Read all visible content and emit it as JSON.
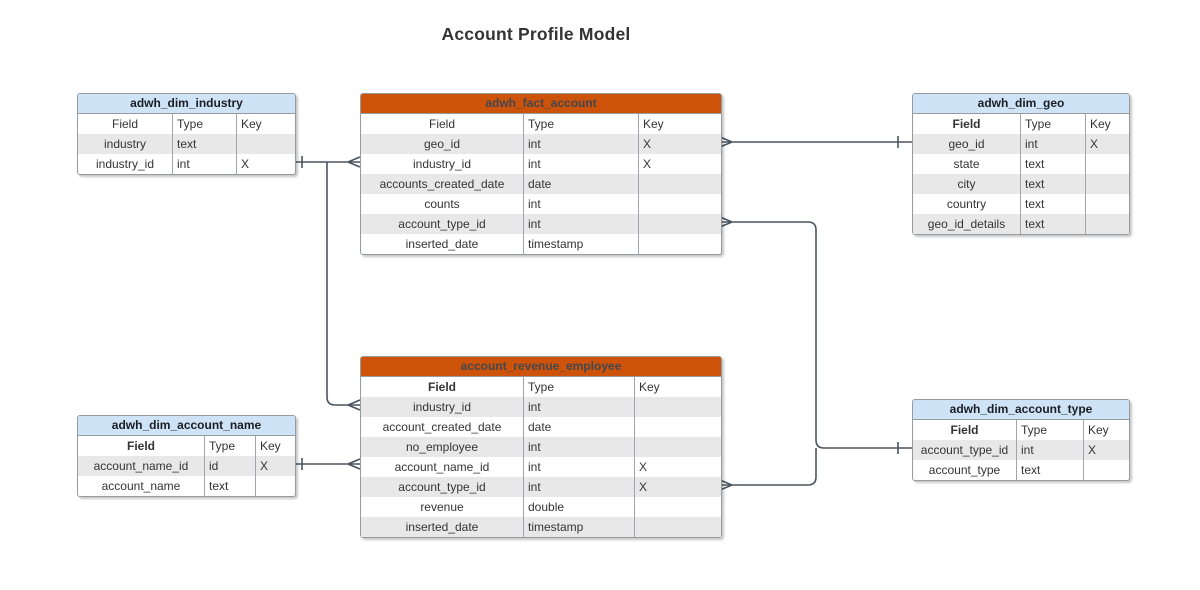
{
  "title": "Account Profile Model",
  "colors": {
    "blue_header": "#cfe3f7",
    "orange_header": "#cd520a",
    "row_stripe": "#e8e8e8",
    "table_border": "#969ba0",
    "connector": "#4a545e"
  },
  "tables": {
    "industry": {
      "name": "adwh_dim_industry",
      "variant": "blue",
      "columns": [
        "Field",
        "Type",
        "Key"
      ],
      "rows": [
        {
          "field": "industry",
          "type": "text",
          "key": ""
        },
        {
          "field": "industry_id",
          "type": "int",
          "key": "X"
        }
      ]
    },
    "fact": {
      "name": "adwh_fact_account",
      "variant": "orange",
      "columns": [
        "Field",
        "Type",
        "Key"
      ],
      "rows": [
        {
          "field": "geo_id",
          "type": "int",
          "key": "X"
        },
        {
          "field": "industry_id",
          "type": "int",
          "key": "X"
        },
        {
          "field": "accounts_created_date",
          "type": "date",
          "key": ""
        },
        {
          "field": "counts",
          "type": "int",
          "key": ""
        },
        {
          "field": "account_type_id",
          "type": "int",
          "key": ""
        },
        {
          "field": "inserted_date",
          "type": "timestamp",
          "key": ""
        }
      ]
    },
    "geo": {
      "name": "adwh_dim_geo",
      "variant": "blue",
      "columns": [
        "Field",
        "Type",
        "Key"
      ],
      "rows": [
        {
          "field": "geo_id",
          "type": "int",
          "key": "X"
        },
        {
          "field": "state",
          "type": "text",
          "key": ""
        },
        {
          "field": "city",
          "type": "text",
          "key": ""
        },
        {
          "field": "country",
          "type": "text",
          "key": ""
        },
        {
          "field": "geo_id_details",
          "type": "text",
          "key": ""
        }
      ]
    },
    "revenue": {
      "name": "account_revenue_employee",
      "variant": "orange",
      "columns": [
        "Field",
        "Type",
        "Key"
      ],
      "rows": [
        {
          "field": "industry_id",
          "type": "int",
          "key": ""
        },
        {
          "field": "account_created_date",
          "type": "date",
          "key": ""
        },
        {
          "field": "no_employee",
          "type": "int",
          "key": ""
        },
        {
          "field": "account_name_id",
          "type": "int",
          "key": "X"
        },
        {
          "field": "account_type_id",
          "type": "int",
          "key": "X"
        },
        {
          "field": "revenue",
          "type": "double",
          "key": ""
        },
        {
          "field": "inserted_date",
          "type": "timestamp",
          "key": ""
        }
      ]
    },
    "account_name": {
      "name": "adwh_dim_account_name",
      "variant": "blue",
      "columns": [
        "Field",
        "Type",
        "Key"
      ],
      "rows": [
        {
          "field": "account_name_id",
          "type": "id",
          "key": "X"
        },
        {
          "field": "account_name",
          "type": "text",
          "key": ""
        }
      ]
    },
    "account_type": {
      "name": "adwh_dim_account_type",
      "variant": "blue",
      "columns": [
        "Field",
        "Type",
        "Key"
      ],
      "rows": [
        {
          "field": "account_type_id",
          "type": "int",
          "key": "X"
        },
        {
          "field": "account_type",
          "type": "text",
          "key": ""
        }
      ]
    }
  },
  "relationships": [
    {
      "one": "adwh_dim_industry.industry_id",
      "many": "adwh_fact_account.industry_id"
    },
    {
      "one": "adwh_dim_industry.industry_id",
      "many": "account_revenue_employee.industry_id"
    },
    {
      "one": "adwh_dim_geo.geo_id",
      "many": "adwh_fact_account.geo_id"
    },
    {
      "one": "adwh_dim_account_type.account_type_id",
      "many": "adwh_fact_account.account_type_id"
    },
    {
      "one": "adwh_dim_account_type.account_type_id",
      "many": "account_revenue_employee.account_type_id"
    },
    {
      "one": "adwh_dim_account_name.account_name_id",
      "many": "account_revenue_employee.account_name_id"
    }
  ]
}
